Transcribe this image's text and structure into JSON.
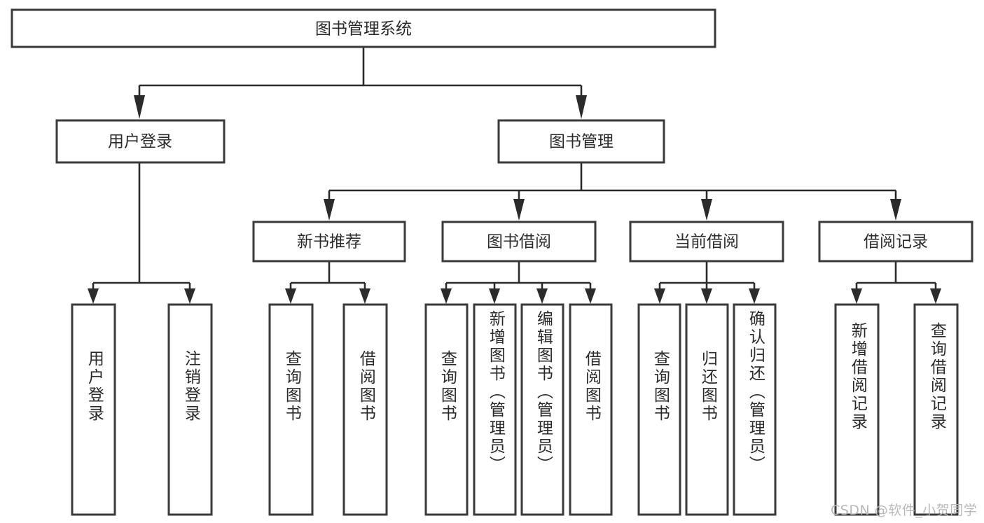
{
  "diagram": {
    "title": "图书管理系统",
    "type": "tree",
    "orientation": "top-down",
    "colors": {
      "box_stroke": "#3a3a3a",
      "box_fill": "#ffffff",
      "connector": "#2b2b2b",
      "text": "#2b2b2b",
      "background": "#ffffff",
      "watermark": "#b9b9b9"
    },
    "root": {
      "label": "图书管理系统"
    },
    "level2": [
      {
        "label": "用户登录"
      },
      {
        "label": "图书管理"
      }
    ],
    "level3": [
      {
        "label": "新书推荐"
      },
      {
        "label": "图书借阅"
      },
      {
        "label": "当前借阅"
      },
      {
        "label": "借阅记录"
      }
    ],
    "leaves": {
      "user_login": [
        {
          "label": "用户登录"
        },
        {
          "label": "注销登录"
        }
      ],
      "new_book_recommend": [
        {
          "label": "查询图书"
        },
        {
          "label": "借阅图书"
        }
      ],
      "book_borrow": [
        {
          "label": "查询图书"
        },
        {
          "label": "新增图书（管理员）"
        },
        {
          "label": "编辑图书（管理员）"
        },
        {
          "label": "借阅图书"
        }
      ],
      "current_borrow": [
        {
          "label": "查询图书"
        },
        {
          "label": "归还图书"
        },
        {
          "label": "确认归还（管理员）"
        }
      ],
      "borrow_record": [
        {
          "label": "新增借阅记录"
        },
        {
          "label": "查询借阅记录"
        }
      ]
    }
  },
  "watermark": {
    "text": "CSDN @软件_小贺同学"
  }
}
